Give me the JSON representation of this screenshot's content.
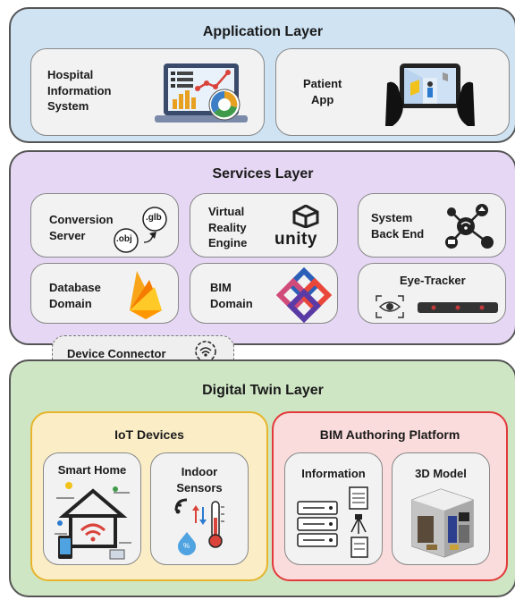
{
  "application": {
    "title": "Application Layer",
    "his_label": "Hospital\nInformation\nSystem",
    "patient_label": "Patient\nApp"
  },
  "services": {
    "title": "Services Layer",
    "conversion_label": "Conversion\nServer",
    "glb_text": ".glb",
    "obj_text": ".obj",
    "vr_label": "Virtual\nReality\nEngine",
    "unity_text": "unity",
    "backend_label": "System\nBack End",
    "database_label": "Database\nDomain",
    "bim_label": "BIM\nDomain",
    "eyetracker_label": "Eye-Tracker"
  },
  "connector": {
    "label": "Device Connector"
  },
  "digital_twin": {
    "title": "Digital Twin Layer",
    "iot": {
      "title": "IoT Devices",
      "smart_home": "Smart Home",
      "indoor_sensors": "Indoor\nSensors"
    },
    "bim_platform": {
      "title": "BIM Authoring Platform",
      "information": "Information",
      "model_3d": "3D Model"
    }
  },
  "colors": {
    "application_bg": "#cfe3f3",
    "services_bg": "#e6d7f4",
    "digital_twin_bg": "#cfe6c4",
    "iot_bg": "#fbedc6",
    "iot_border": "#e6b52d",
    "bim_bg": "#fbdcdc",
    "bim_border": "#e23a3a"
  }
}
